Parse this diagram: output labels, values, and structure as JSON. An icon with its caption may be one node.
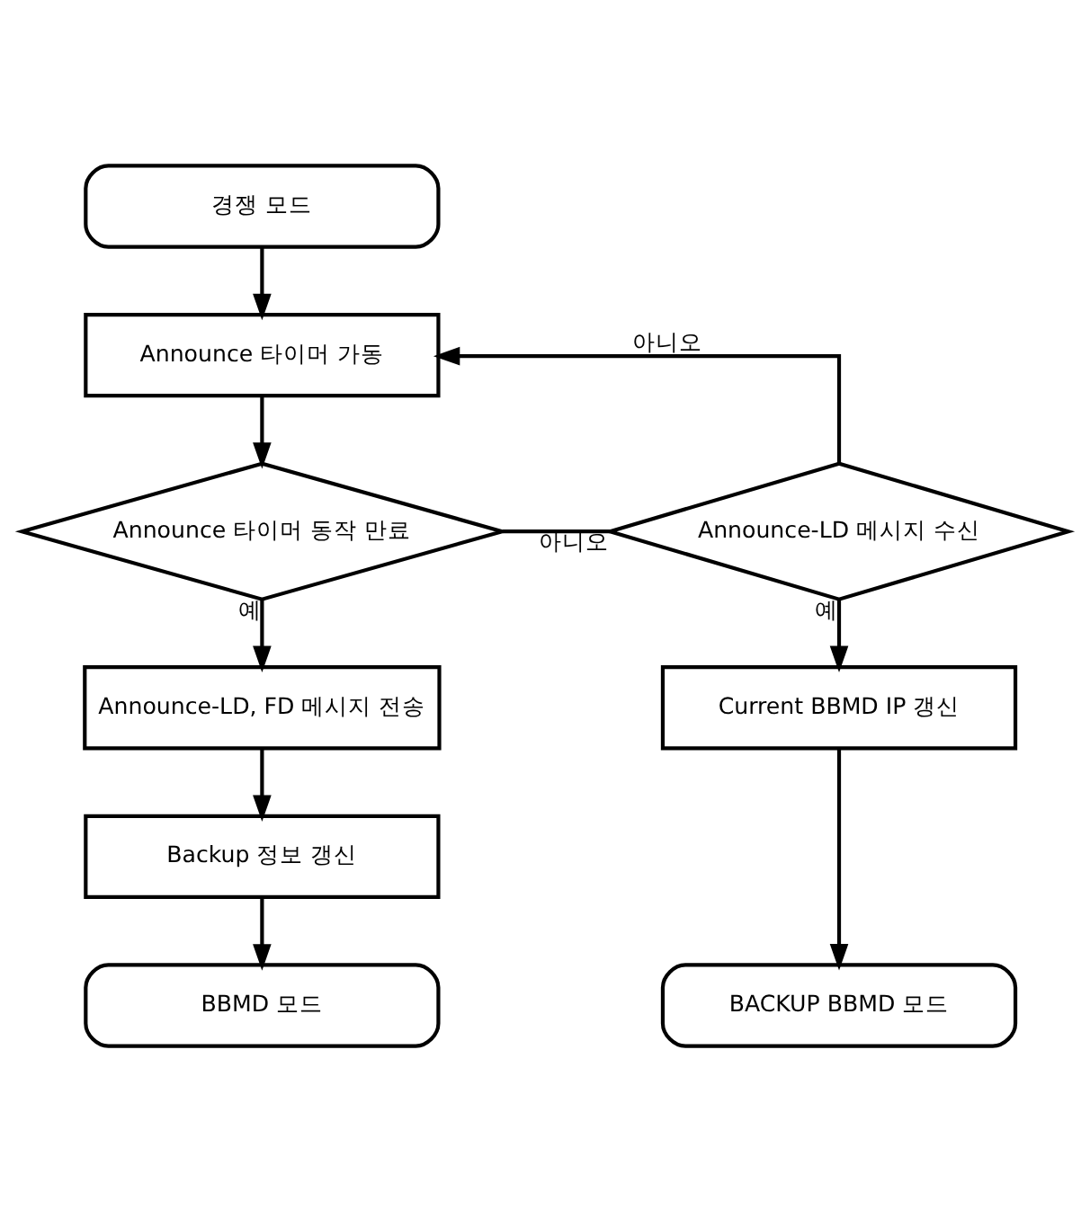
{
  "diagram": {
    "nodes": [
      {
        "text": [
          "경쟁 모드"
        ]
      },
      {
        "text": [
          "Announce 타이머 가동"
        ]
      },
      {
        "text": [
          "Announce 타이머 동작 만료"
        ]
      },
      {
        "text": [
          "Announce-LD 메시지 수신"
        ]
      },
      {
        "text": [
          "Announce-LD, FD 메시지 전송"
        ]
      },
      {
        "text": [
          "Current BBMD IP 갱신"
        ]
      },
      {
        "text": [
          "Backup 정보 갱신"
        ]
      },
      {
        "text": [
          "BBMD 모드"
        ]
      },
      {
        "text": [
          "BACKUP BBMD 모드"
        ]
      }
    ],
    "edges": [
      {
        "from": 0,
        "to": 1,
        "arrow": "to"
      },
      {
        "from": 1,
        "to": 2,
        "arrow": "to"
      },
      {
        "from": 2,
        "to": 3,
        "label": "아니오",
        "arrow": "none"
      },
      {
        "from": 3,
        "to": 1,
        "label": "아니오",
        "arrow": "to"
      },
      {
        "from": 2,
        "to": 4,
        "label": "예",
        "arrow": "to"
      },
      {
        "from": 3,
        "to": 5,
        "label": "예",
        "arrow": "to"
      },
      {
        "from": 4,
        "to": 6,
        "arrow": "to"
      },
      {
        "from": 6,
        "to": 7,
        "arrow": "to"
      },
      {
        "from": 5,
        "to": 8,
        "arrow": "to"
      }
    ]
  }
}
